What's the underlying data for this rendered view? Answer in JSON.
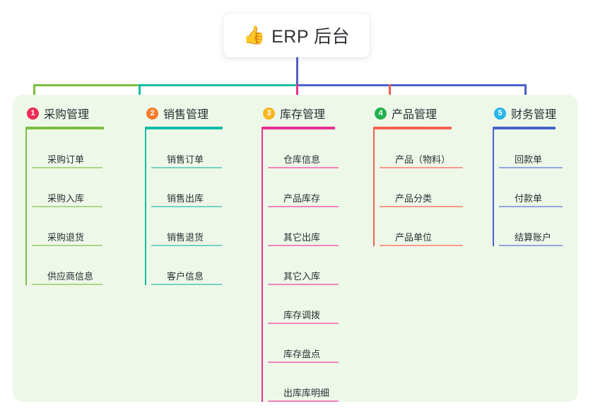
{
  "root": {
    "icon": "thumbs-up-emoji",
    "emoji": "👍",
    "title": "ERP 后台"
  },
  "palette": {
    "panel_background": "#eef8e9",
    "page_background": "#ffffff",
    "text": "#2b2e33",
    "root_stem": "#5560c4"
  },
  "columns": [
    {
      "number": "1",
      "title": "采购管理",
      "badge_color": "#ec2b56",
      "branch_color": "#7cbf42",
      "leaf_rule_color": "#a9d888",
      "items": [
        {
          "label": "采购订单"
        },
        {
          "label": "采购入库"
        },
        {
          "label": "采购退货"
        },
        {
          "label": "供应商信息"
        }
      ]
    },
    {
      "number": "2",
      "title": "销售管理",
      "badge_color": "#f57c2b",
      "branch_color": "#13bda4",
      "leaf_rule_color": "#73d3c2",
      "items": [
        {
          "label": "销售订单"
        },
        {
          "label": "销售出库"
        },
        {
          "label": "销售退货"
        },
        {
          "label": "客户信息"
        }
      ]
    },
    {
      "number": "3",
      "title": "库存管理",
      "badge_color": "#f5b721",
      "branch_color": "#e8318f",
      "leaf_rule_color": "#ef86bb",
      "items": [
        {
          "label": "仓库信息"
        },
        {
          "label": "产品库存"
        },
        {
          "label": "其它出库"
        },
        {
          "label": "其它入库"
        },
        {
          "label": "库存调拨"
        },
        {
          "label": "库存盘点"
        },
        {
          "label": "出库库明细"
        }
      ]
    },
    {
      "number": "4",
      "title": "产品管理",
      "badge_color": "#22b14c",
      "branch_color": "#f5604d",
      "leaf_rule_color": "#f79a8c",
      "items": [
        {
          "label": "产品（物料）"
        },
        {
          "label": "产品分类"
        },
        {
          "label": "产品单位"
        }
      ]
    },
    {
      "number": "5",
      "title": "财务管理",
      "badge_color": "#29b6e8",
      "branch_color": "#4a63c8",
      "leaf_rule_color": "#93a4df",
      "items": [
        {
          "label": "回款单"
        },
        {
          "label": "付款单"
        },
        {
          "label": "结算账户"
        }
      ]
    }
  ]
}
